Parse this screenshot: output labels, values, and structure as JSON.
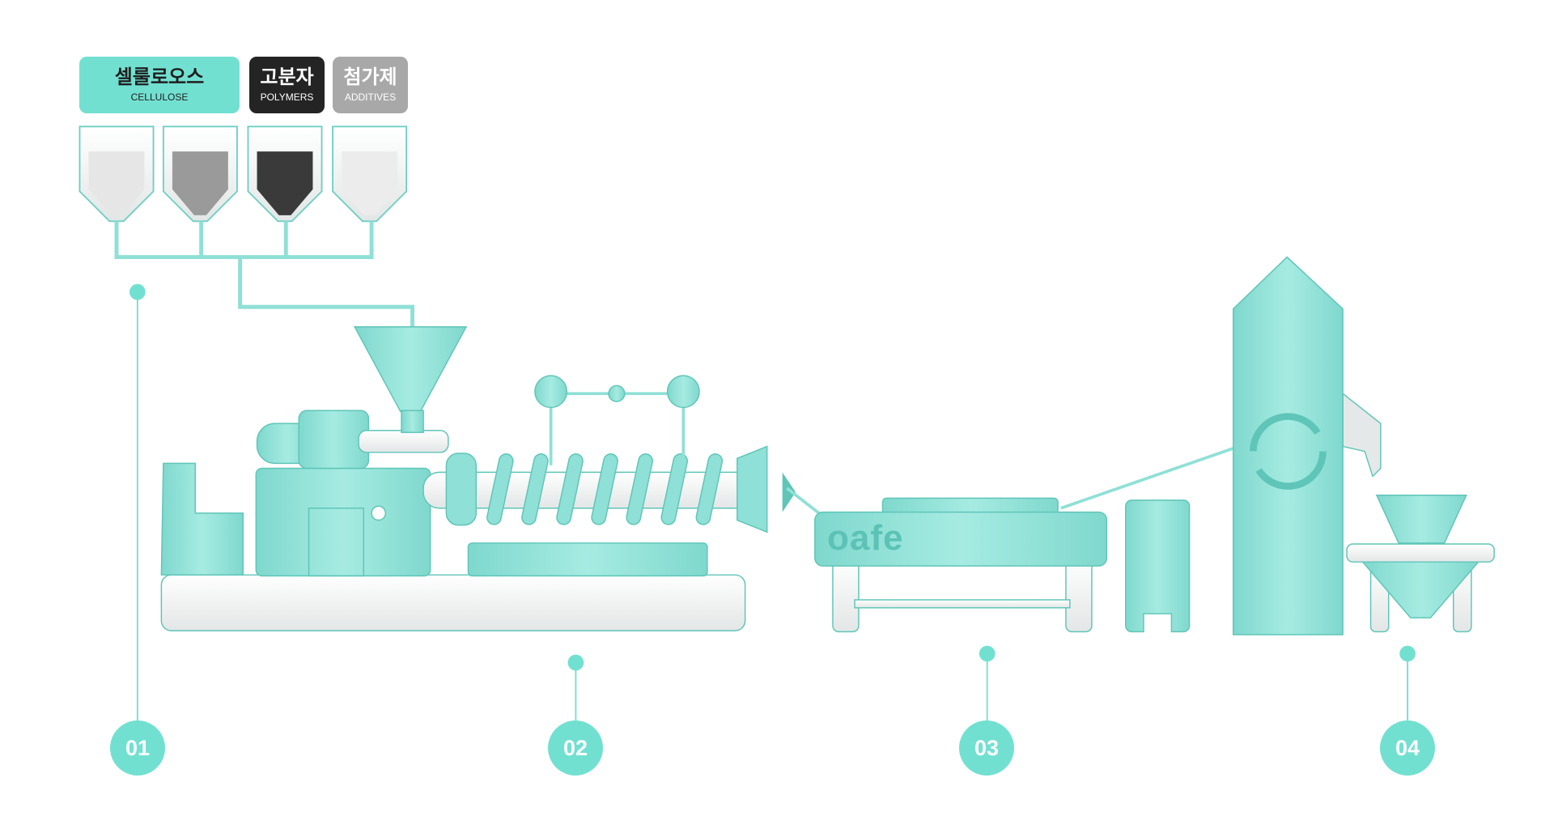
{
  "materials": [
    {
      "ko": "셀룰로오스",
      "en": "CELLULOSE",
      "bg": "#72e0d1",
      "fg": "#1e1e1e"
    },
    {
      "ko": "고분자",
      "en": "POLYMERS",
      "bg": "#242424",
      "fg": "#ffffff"
    },
    {
      "ko": "첨가제",
      "en": "ADDITIVES",
      "bg": "#a8a8a8",
      "fg": "#ffffff"
    }
  ],
  "brand": "oafe",
  "steps": [
    "01",
    "02",
    "03",
    "04"
  ],
  "colors": {
    "accent": "#72e0d1",
    "machine": "#8fe0d6",
    "base": "#f2f4f4"
  }
}
